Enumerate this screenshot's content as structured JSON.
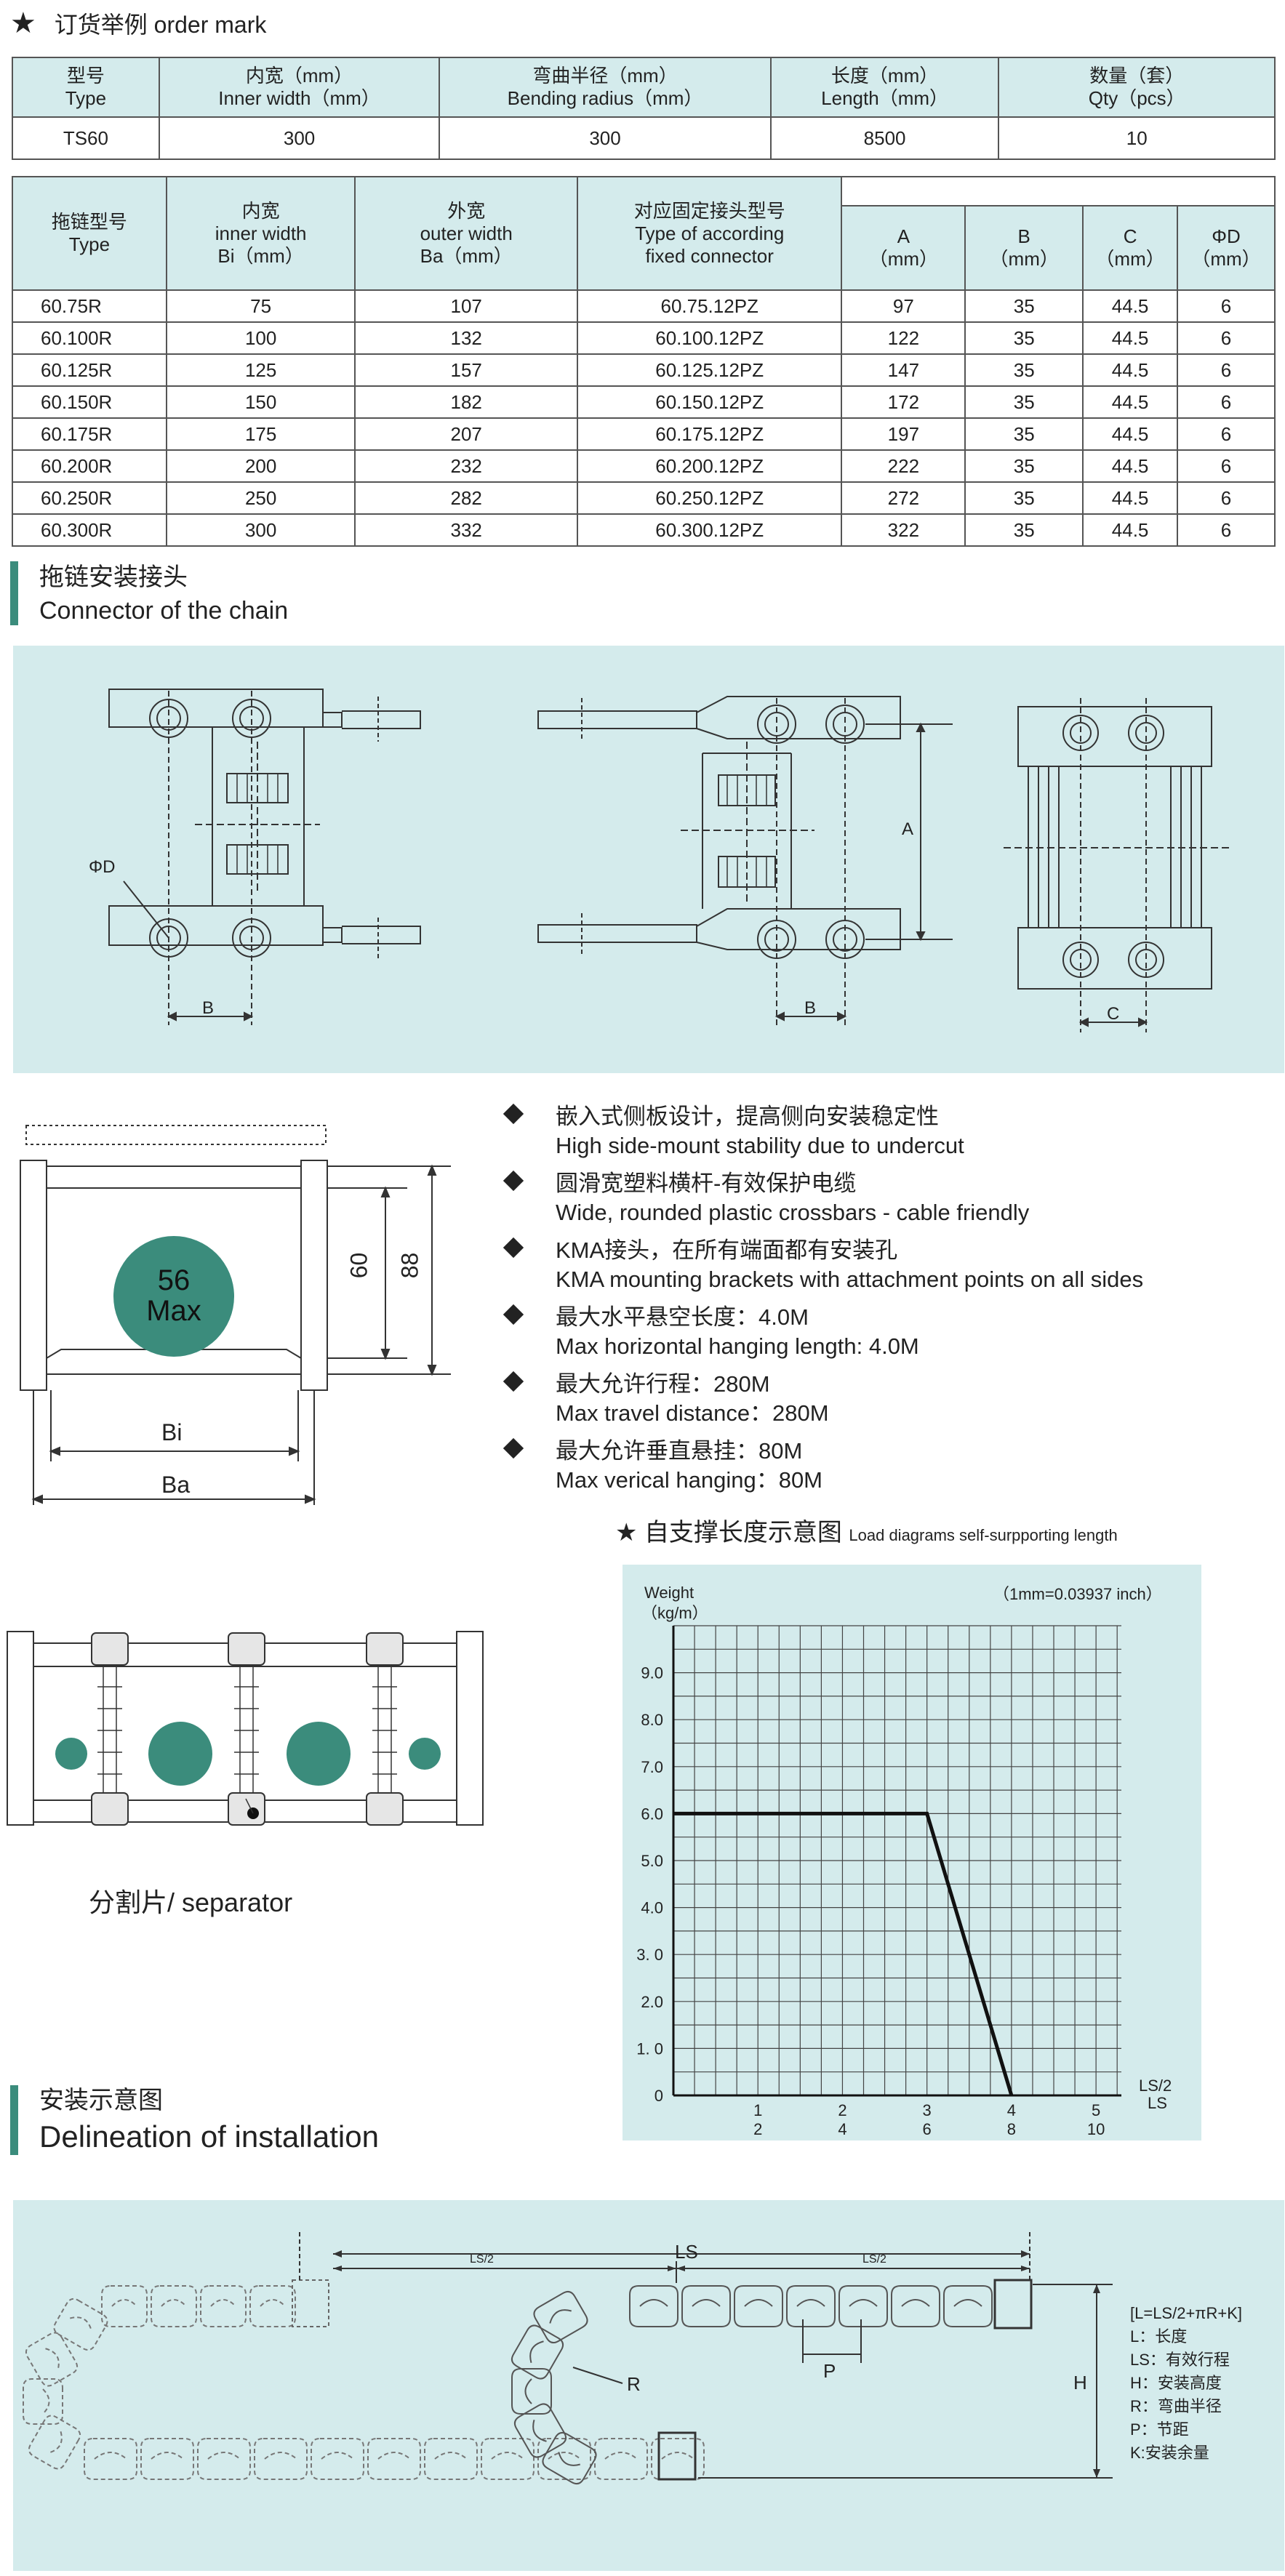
{
  "order": {
    "title": "订货举例 order mark",
    "headers": [
      [
        "型号",
        "Type"
      ],
      [
        "内宽（mm）",
        "Inner width（mm）"
      ],
      [
        "弯曲半径（mm）",
        "Bending radius（mm）"
      ],
      [
        "长度（mm）",
        "Length（mm）"
      ],
      [
        "数量（套）",
        "Qty（pcs）"
      ]
    ],
    "row": [
      "TS60",
      "300",
      "300",
      "8500",
      "10"
    ]
  },
  "spec": {
    "headers": [
      [
        "拖链型号",
        "Type"
      ],
      [
        "内宽",
        "inner width",
        "Bi（mm）"
      ],
      [
        "外宽",
        "outer width",
        "Ba（mm）"
      ],
      [
        "对应固定接头型号",
        "Type of according",
        "fixed connector"
      ],
      [
        "A",
        "（mm）"
      ],
      [
        "B",
        "（mm）"
      ],
      [
        "C",
        "（mm）"
      ],
      [
        "ΦD",
        "（mm）"
      ]
    ],
    "rows": [
      [
        "60.75R",
        "75",
        "107",
        "60.75.12PZ",
        "97",
        "35",
        "44.5",
        "6"
      ],
      [
        "60.100R",
        "100",
        "132",
        "60.100.12PZ",
        "122",
        "35",
        "44.5",
        "6"
      ],
      [
        "60.125R",
        "125",
        "157",
        "60.125.12PZ",
        "147",
        "35",
        "44.5",
        "6"
      ],
      [
        "60.150R",
        "150",
        "182",
        "60.150.12PZ",
        "172",
        "35",
        "44.5",
        "6"
      ],
      [
        "60.175R",
        "175",
        "207",
        "60.175.12PZ",
        "197",
        "35",
        "44.5",
        "6"
      ],
      [
        "60.200R",
        "200",
        "232",
        "60.200.12PZ",
        "222",
        "35",
        "44.5",
        "6"
      ],
      [
        "60.250R",
        "250",
        "282",
        "60.250.12PZ",
        "272",
        "35",
        "44.5",
        "6"
      ],
      [
        "60.300R",
        "300",
        "332",
        "60.300.12PZ",
        "322",
        "35",
        "44.5",
        "6"
      ]
    ]
  },
  "connector": {
    "title_cn": "拖链安装接头",
    "title_en": "Connector of the chain",
    "labels": {
      "d": "ΦD",
      "b1": "B",
      "b2": "B",
      "a": "A",
      "c": "C"
    }
  },
  "cross_section": {
    "circle_line1": "56",
    "circle_line2": "Max",
    "dim_60": "60",
    "dim_88": "88",
    "dim_bi": "Bi",
    "dim_ba": "Ba"
  },
  "features": [
    {
      "cn": "嵌入式侧板设计，提高侧向安装稳定性",
      "en": "High side-mount stability due to undercut"
    },
    {
      "cn": "圆滑宽塑料横杆-有效保护电缆",
      "en": "Wide, rounded plastic crossbars - cable friendly"
    },
    {
      "cn": "KMA接头，在所有端面都有安装孔",
      "en": "KMA mounting brackets with attachment points on all sides"
    },
    {
      "cn": "最大水平悬空长度：4.0M",
      "en": "Max horizontal hanging length: 4.0M"
    },
    {
      "cn": "最大允许行程：280M",
      "en": "Max travel distance：280M"
    },
    {
      "cn": "最大允许垂直悬挂：80M",
      "en": "Max verical hanging：80M"
    }
  ],
  "separator": {
    "label": "分割片/ separator"
  },
  "colors": {
    "accent": "#3b8c7c",
    "panel": "#d4ebec"
  },
  "chart_data": {
    "type": "line",
    "title": "自支撑长度示意图",
    "subtitle": "Load diagrams self-surpporting length",
    "ylabel_line1": "Weight",
    "ylabel_line2": "（kg/m）",
    "note": "（1mm=0.03937 inch）",
    "xlabel_line1": "LS/2",
    "xlabel_line2": "LS",
    "x_ticks_ls2": [
      "1",
      "2",
      "3",
      "4",
      "5"
    ],
    "x_ticks_ls": [
      "2",
      "4",
      "6",
      "8",
      "10"
    ],
    "y_ticks": [
      "0",
      "1. 0",
      "2.0",
      "3. 0",
      "4.0",
      "5.0",
      "6.0",
      "7.0",
      "8.0",
      "9.0"
    ],
    "xlim": [
      0,
      5.3
    ],
    "ylim": [
      0,
      10
    ],
    "grid": true,
    "series": [
      {
        "x": [
          0,
          3,
          4
        ],
        "y": [
          6,
          6,
          0
        ]
      }
    ]
  },
  "installation": {
    "title_cn": "安装示意图",
    "title_en": "Delineation of installation",
    "labels": {
      "ls": "LS",
      "ls2a": "LS/2",
      "ls2b": "LS/2",
      "r": "R",
      "p": "P",
      "h": "H"
    },
    "legend": [
      "[L=LS/2+πR+K]",
      "L：长度",
      "LS：有效行程",
      "H：安装高度",
      "R：弯曲半径",
      "P：节距",
      "K:安装余量"
    ]
  }
}
